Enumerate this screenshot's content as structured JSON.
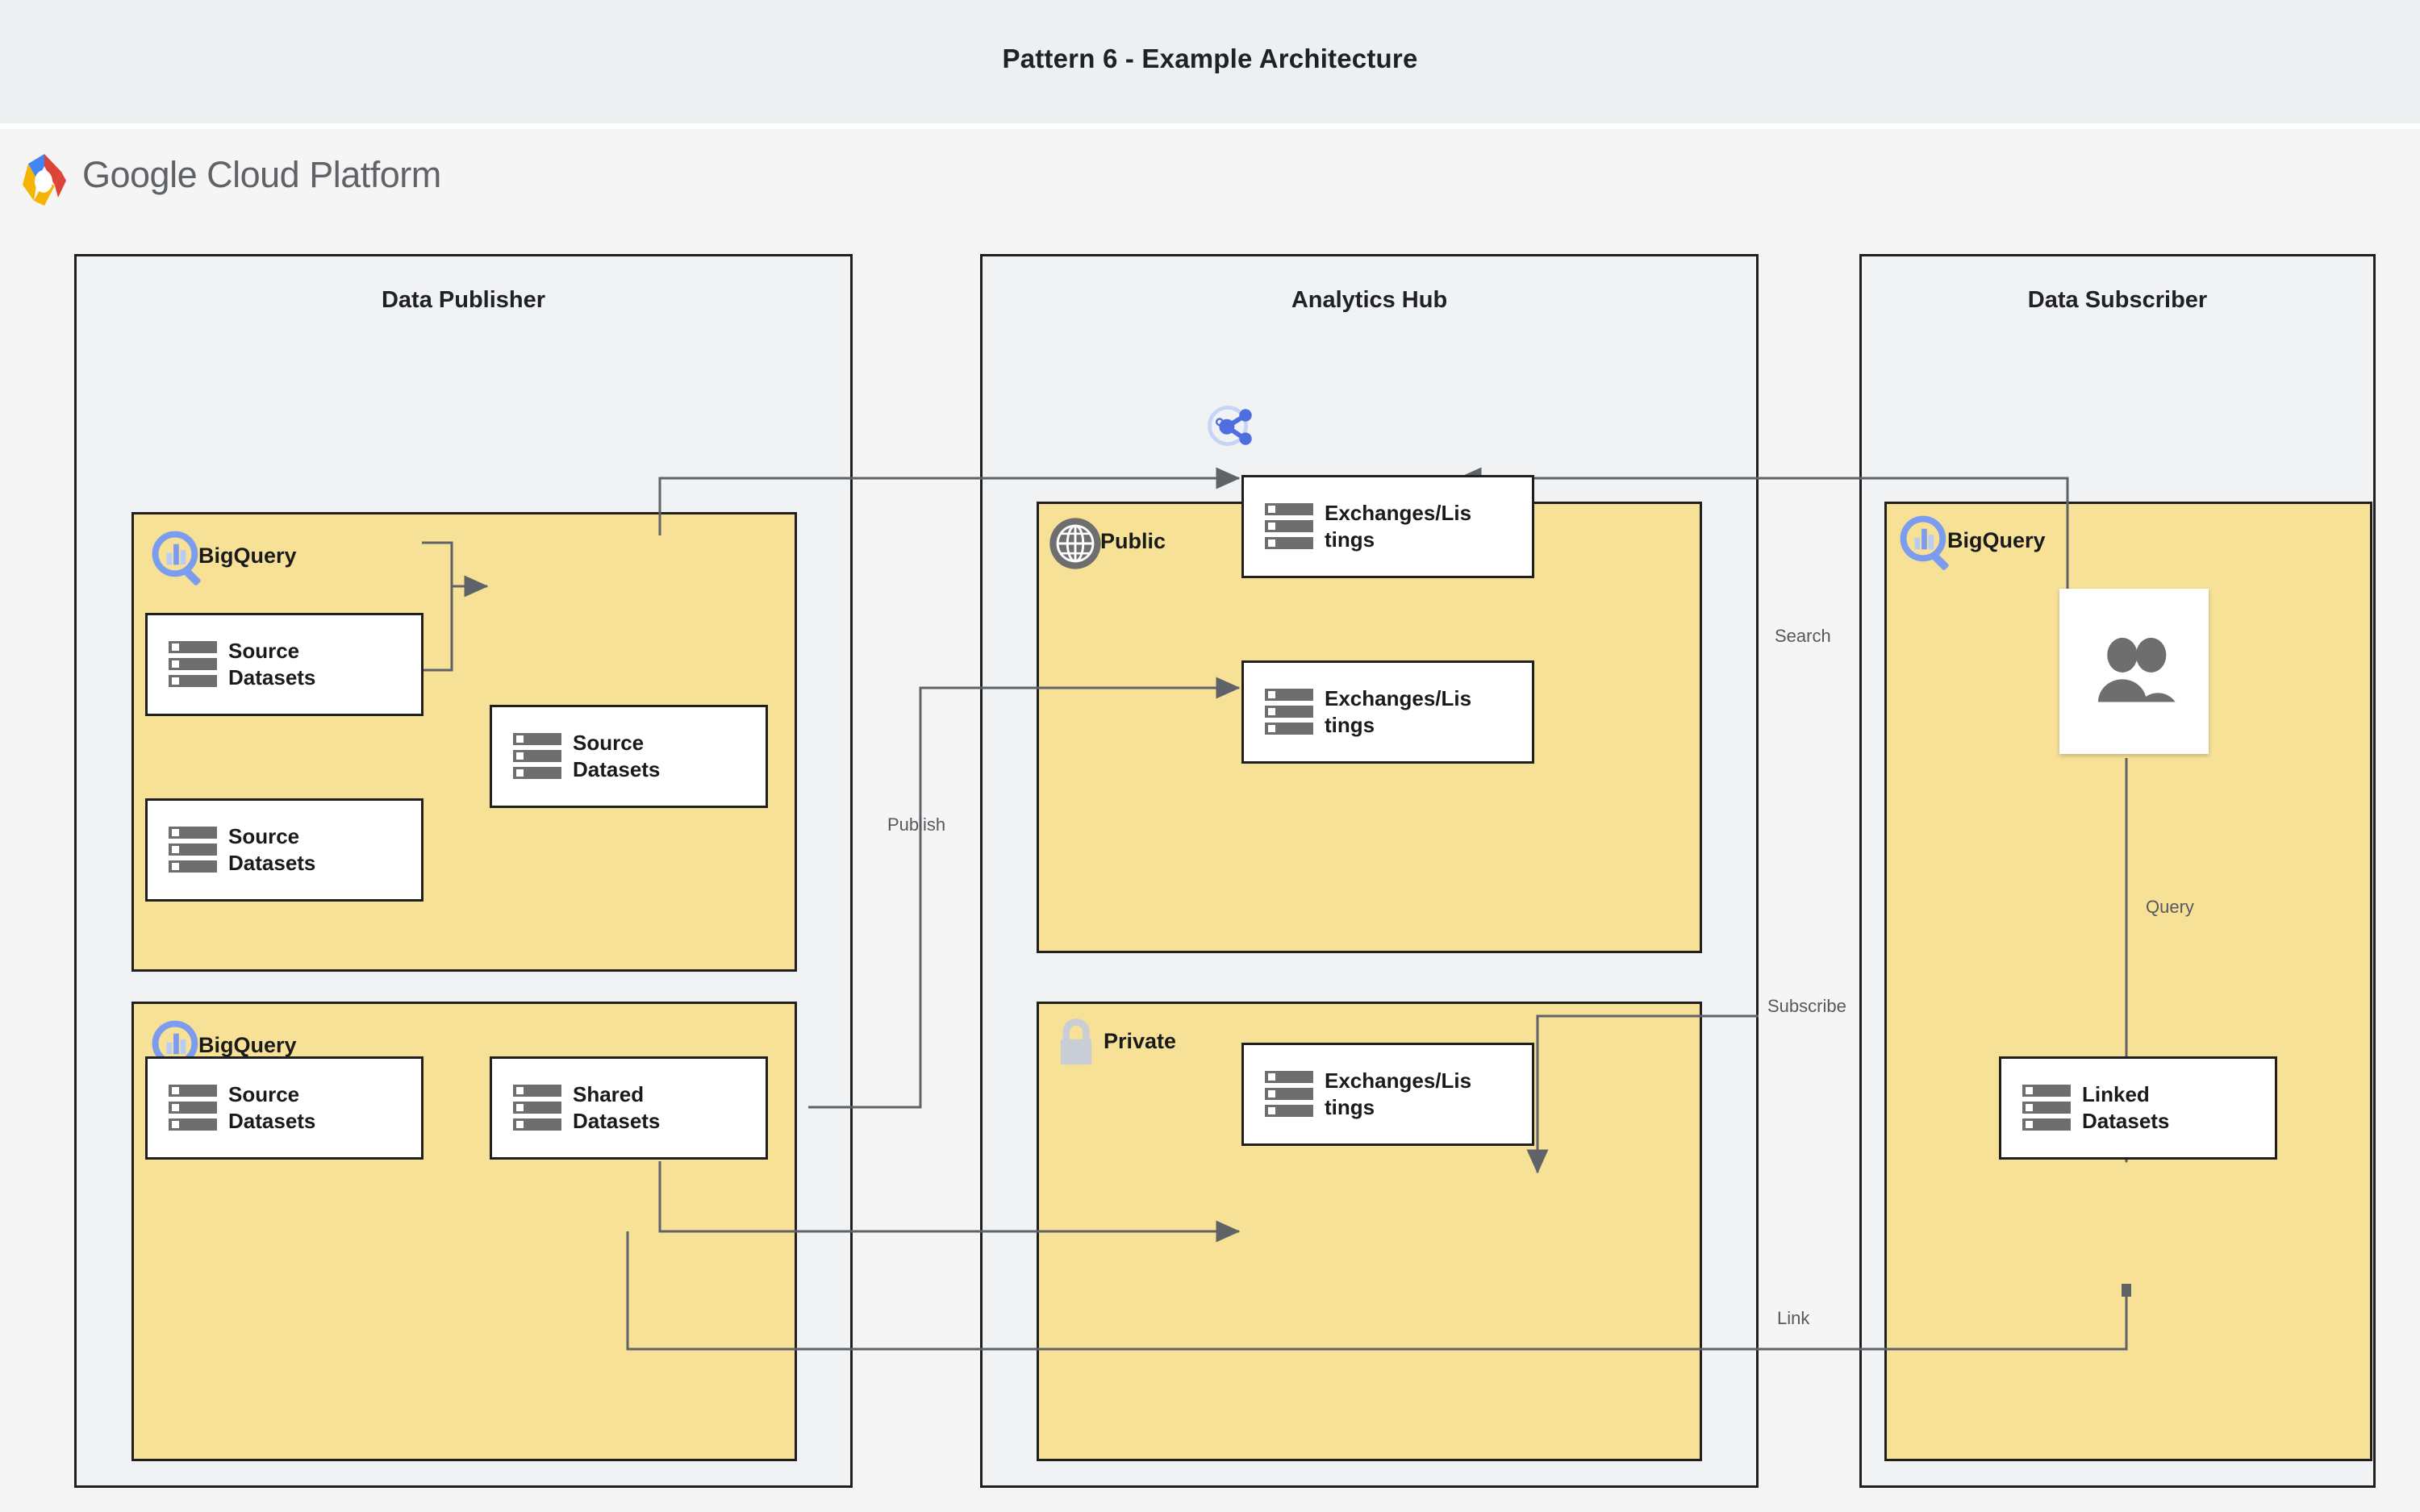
{
  "header": {
    "title": "Pattern 6 - Example Architecture",
    "logo_text_part1": "Google",
    "logo_text_part2": "Cloud Platform",
    "logo_icon": "google-cloud-hexagon-icon"
  },
  "groups": [
    {
      "id": "data-publisher",
      "title": "Data Publisher"
    },
    {
      "id": "analytics-hub",
      "title": "Analytics Hub",
      "icon": "share-nodes-icon"
    },
    {
      "id": "data-subscriber",
      "title": "Data Subscriber"
    }
  ],
  "zones": [
    {
      "id": "publisher-bigquery-top",
      "label": "BigQuery",
      "icon": "bigquery-magnifier-icon"
    },
    {
      "id": "publisher-bigquery-bottom",
      "label": "BigQuery",
      "icon": "bigquery-magnifier-icon"
    },
    {
      "id": "hub-public",
      "label": "Public",
      "icon": "globe-icon"
    },
    {
      "id": "hub-private",
      "label": "Private",
      "icon": "lock-icon"
    },
    {
      "id": "subscriber-bigquery",
      "label": "BigQuery",
      "icon": "bigquery-magnifier-icon"
    }
  ],
  "nodes": [
    {
      "id": "src-a",
      "label": "Source\nDatasets",
      "icon": "datasets-icon"
    },
    {
      "id": "src-b",
      "label": "Source\nDatasets",
      "icon": "datasets-icon"
    },
    {
      "id": "src-c",
      "label": "Source\nDatasets",
      "icon": "datasets-icon"
    },
    {
      "id": "src-d",
      "label": "Source\nDatasets",
      "icon": "datasets-icon"
    },
    {
      "id": "shared",
      "label": "Shared\nDatasets",
      "icon": "datasets-icon"
    },
    {
      "id": "pub-ex-1",
      "label": "Exchanges/Lis\ntings",
      "icon": "datasets-icon"
    },
    {
      "id": "pub-ex-2",
      "label": "Exchanges/Lis\ntings",
      "icon": "datasets-icon"
    },
    {
      "id": "priv-ex",
      "label": "Exchanges/Lis\ntings",
      "icon": "datasets-icon"
    },
    {
      "id": "linked",
      "label": "Linked\nDatasets",
      "icon": "datasets-icon"
    },
    {
      "id": "users",
      "label": "",
      "icon": "users-icon"
    }
  ],
  "edge_labels": [
    {
      "id": "publish",
      "text": "Publish"
    },
    {
      "id": "search",
      "text": "Search"
    },
    {
      "id": "subscribe",
      "text": "Subscribe"
    },
    {
      "id": "query",
      "text": "Query"
    },
    {
      "id": "link",
      "text": "Link"
    }
  ],
  "colors": {
    "title_band": "#ECF0F1",
    "page_bg": "#F5F5F5",
    "group_bg": "#F0F2F4",
    "zone_fill": "#F7E197",
    "node_fill": "#FFFFFF",
    "stroke": "#1F1F1F",
    "wire": "#5F6368",
    "dataset_icon": "#6E6E6E",
    "bigquery_blue": "#7C9CF0",
    "hub_blue": "#4F6FE0",
    "globe_gray": "#6E6E6E",
    "lock_gray": "#C9CDD6",
    "text": "#202124",
    "edge_label_text": "#55595E"
  }
}
